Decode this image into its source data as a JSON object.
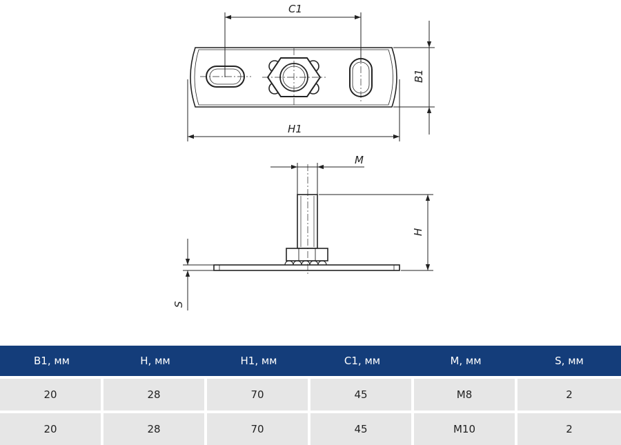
{
  "drawing": {
    "labels": {
      "c1": "C1",
      "b1": "B1",
      "h1": "H1",
      "m": "M",
      "h": "H",
      "s": "S"
    }
  },
  "table": {
    "headers": [
      "B1, мм",
      "H, мм",
      "H1, мм",
      "C1, мм",
      "M, мм",
      "S, мм"
    ],
    "rows": [
      [
        "20",
        "28",
        "70",
        "45",
        "M8",
        "2"
      ],
      [
        "20",
        "28",
        "70",
        "45",
        "M10",
        "2"
      ]
    ]
  }
}
